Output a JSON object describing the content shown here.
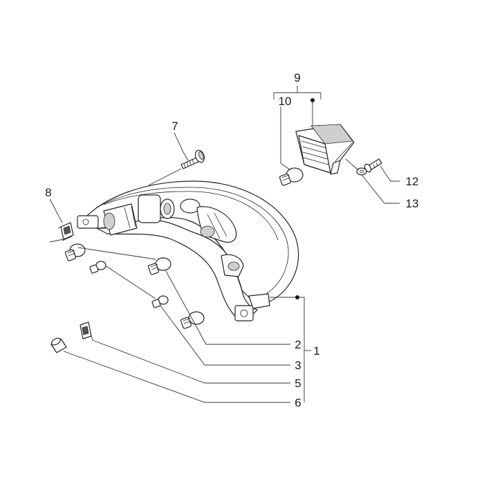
{
  "callouts": [
    {
      "id": "1",
      "text": "1"
    },
    {
      "id": "2",
      "text": "2"
    },
    {
      "id": "3",
      "text": "3"
    },
    {
      "id": "5",
      "text": "5"
    },
    {
      "id": "6",
      "text": "6"
    },
    {
      "id": "7",
      "text": "7"
    },
    {
      "id": "8",
      "text": "8"
    },
    {
      "id": "9",
      "text": "9"
    },
    {
      "id": "10",
      "text": "10"
    },
    {
      "id": "12",
      "text": "12"
    },
    {
      "id": "13",
      "text": "13"
    }
  ]
}
